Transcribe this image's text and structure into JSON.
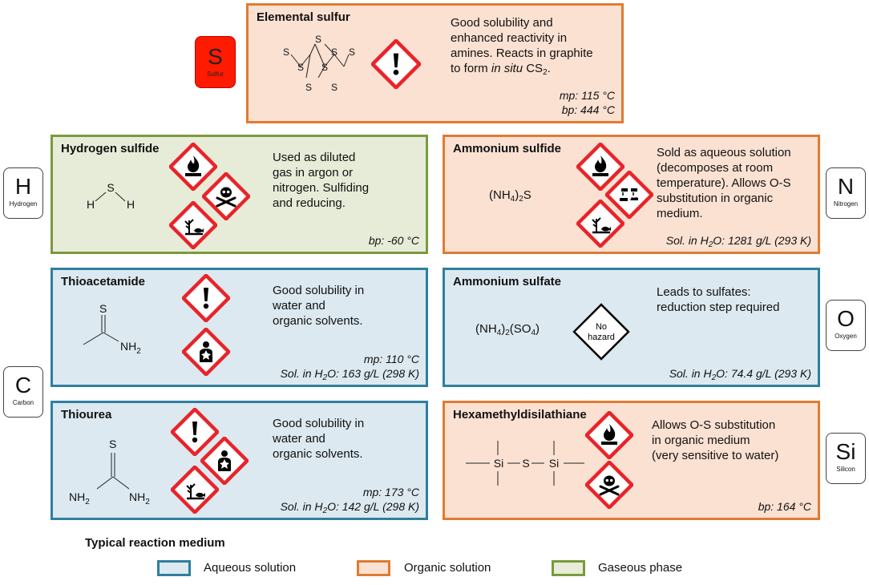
{
  "colors": {
    "aqueous": "#2f7f9e",
    "organic": "#e07b32",
    "gaseous": "#7a9a3c",
    "hazard_red": "#e8242a",
    "sulfur_tile": "#ff1a00"
  },
  "elements": {
    "sulfur": {
      "symbol": "S",
      "name": "Sulfur"
    },
    "hydrogen": {
      "symbol": "H",
      "name": "Hydrogen"
    },
    "carbon": {
      "symbol": "C",
      "name": "Carbon"
    },
    "nitrogen": {
      "symbol": "N",
      "name": "Nitrogen"
    },
    "oxygen": {
      "symbol": "O",
      "name": "Oxygen"
    },
    "silicon": {
      "symbol": "Si",
      "name": "Silicon"
    }
  },
  "compounds": {
    "elemental_sulfur": {
      "name": "Elemental sulfur",
      "medium": "organic",
      "description": [
        "Good solubility and",
        "enhanced reactivity in",
        "amines. Reacts in graphite"
      ],
      "desc_prefix": "to form ",
      "desc_italic": "in situ",
      "desc_formula": " CS",
      "desc_sub": "2",
      "desc_end": ".",
      "mp": "mp: 115 °C",
      "bp": "bp: 444 °C",
      "ring_atom": "S",
      "hazards": [
        "exclamation-mark"
      ]
    },
    "hydrogen_sulfide": {
      "name": "Hydrogen sulfide",
      "medium": "gaseous",
      "description": [
        "Used as diluted",
        "gas in argon or",
        "nitrogen. Sulfiding",
        "and reducing."
      ],
      "bp": "bp: -60 °C",
      "atoms": [
        "H",
        "S",
        "H"
      ],
      "hazards": [
        "flame",
        "skull-crossbones",
        "environment"
      ]
    },
    "ammonium_sulfide": {
      "name": "Ammonium sulfide",
      "medium": "organic",
      "description": [
        "Sold as aqueous solution",
        "(decomposes at room",
        "temperature). Allows O-S",
        "substitution in organic",
        "medium."
      ],
      "formula": {
        "a": "(NH",
        "b": "4",
        "c": ")",
        "d": "2",
        "e": "S"
      },
      "solubility": {
        "label": "Sol. in H",
        "sub": "2",
        "rest": "O: 1281 g/L (293 K)"
      },
      "hazards": [
        "flame",
        "corrosion",
        "environment"
      ]
    },
    "thioacetamide": {
      "name": "Thioacetamide",
      "medium": "aqueous",
      "description": [
        "Good solubility in",
        "water and",
        "organic solvents."
      ],
      "mp": "mp: 110 °C",
      "solubility": {
        "label": "Sol. in H",
        "sub": "2",
        "rest": "O: 163 g/L (298 K)"
      },
      "atoms": {
        "s": "S",
        "n": "NH",
        "n_sub": "2"
      },
      "hazards": [
        "exclamation-mark",
        "health-hazard"
      ]
    },
    "ammonium_sulfate": {
      "name": "Ammonium sulfate",
      "medium": "aqueous",
      "description": [
        "Leads to sulfates:",
        "reduction step required"
      ],
      "formula": {
        "a": "(NH",
        "b": "4",
        "c": ")",
        "d": "2",
        "e": "(SO",
        "f": "4",
        "g": ")"
      },
      "no_hazard": [
        "No",
        "hazard"
      ],
      "solubility": {
        "label": "Sol. in H",
        "sub": "2",
        "rest": "O: 74.4 g/L (293 K)"
      },
      "hazards": []
    },
    "thiourea": {
      "name": "Thiourea",
      "medium": "aqueous",
      "description": [
        "Good solubility in",
        "water and",
        "organic solvents."
      ],
      "mp": "mp: 173 °C",
      "solubility": {
        "label": "Sol. in H",
        "sub": "2",
        "rest": "O: 142 g/L (298 K)"
      },
      "atoms": {
        "s": "S",
        "n": "NH",
        "n_sub": "2"
      },
      "hazards": [
        "exclamation-mark",
        "health-hazard",
        "environment"
      ]
    },
    "hexamethyldisilathiane": {
      "name": "Hexamethyldisilathiane",
      "medium": "organic",
      "description": [
        "Allows O-S substitution",
        "in organic medium",
        "(very sensitive to water)"
      ],
      "bp": "bp: 164 °C",
      "atoms": {
        "si": "Si",
        "s": "S"
      },
      "hazards": [
        "flame",
        "skull-crossbones"
      ]
    }
  },
  "legend": {
    "title": "Typical reaction medium",
    "items": [
      {
        "label": "Aqueous solution",
        "medium": "aqueous"
      },
      {
        "label": "Organic solution",
        "medium": "organic"
      },
      {
        "label": "Gaseous phase",
        "medium": "gaseous"
      }
    ]
  }
}
